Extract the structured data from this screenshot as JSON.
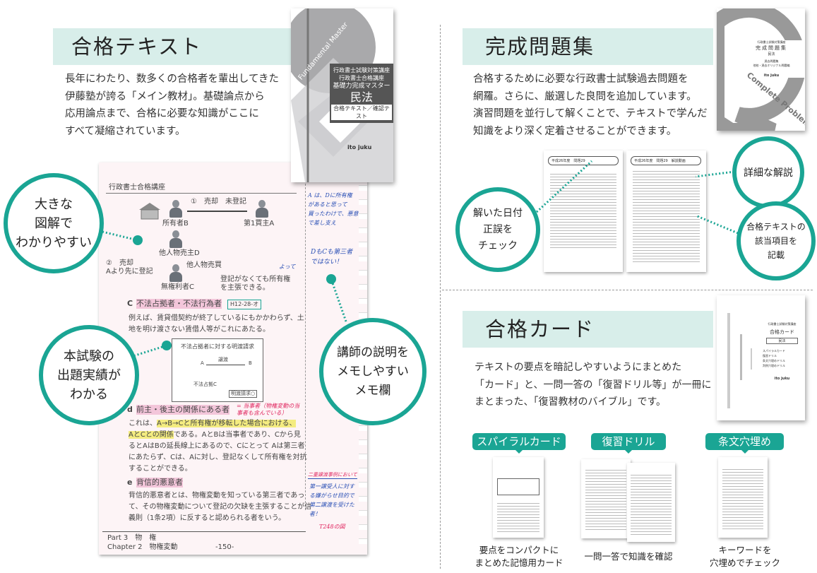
{
  "text_book": {
    "title": "合格テキスト",
    "description": "長年にわたり、数多くの合格者を輩出してきた\n伊藤塾が誇る「メイン教材」。基礎論点から\n応用論点まで、合格に必要な知識がここに\nすべて凝縮されています。",
    "cover": {
      "series": "Fundamental Master",
      "top": "行政書士試験対策講座",
      "subtitle": "行政書士合格講座",
      "name": "基礎力完成マスター",
      "subject": "民法",
      "band": "合格テキスト／確認テスト",
      "brand": "ito juku"
    },
    "page": {
      "header": "行政書士合格講座",
      "diagram": {
        "step1": "①　売却　未登記",
        "owner": "所有者B",
        "buyer1": "第1買主A",
        "seller": "他人物売主D",
        "step2": "②　売却\nAより先に登記",
        "buy": "他人物売買",
        "nonright": "無権利者C",
        "note": "登記がなくても所有権\nを主張できる。"
      },
      "section_c": {
        "mark": "C",
        "heading": "不法占拠者・不法行為者",
        "ref": "H12-28-オ",
        "body": "例えば、賃貸借契約が終了しているにもかかわらず、土\n地を明け渡さない賃借人等がこれにあたる。",
        "box_title": "不法占拠者に対する明渡請求",
        "box_a": "A",
        "box_b": "B",
        "box_transfer": "譲渡",
        "box_occupant": "不法占拠C",
        "box_claim": "明渡請求○"
      },
      "section_d": {
        "mark": "d",
        "heading": "前主・後主の関係にある者",
        "note": "= 当事者（物権変動の当事者も含んでいる）",
        "body_hl1": "A→B→Cと所有権が移転した場合における、",
        "body_pre": "これは、",
        "body_hl2": "AとCとの関係",
        "body_rest": "である。AとBは当事者であり、Cから見\nるとAはBの延長線上にあるので、Cにとって Aは第三者\nにあたらず、Cは、Aに対し、登記なくして所有権を対抗\nすることができる。"
      },
      "section_e": {
        "mark": "e",
        "heading": "背信的悪意者",
        "body": "背信的悪意者とは、物権変動を知っている第三者であっ\nて、その物権変動について登記の欠缺を主張することが信\n義則（1条2項）に反すると認められる者をいう。"
      },
      "memo": {
        "top": "A は、Dに所有権\nがあると思って\n買ったわけで、悪意\nで差し支え",
        "mid": "DもCも第三者\nではない！",
        "arrow": "よって",
        "red": "二重譲渡事例において",
        "blue": "第一譲受人に対する嫌がらせ目的で第二譲渡を受けた者！",
        "pink": "T248の図"
      },
      "footer": {
        "part": "Part 3　物　権",
        "chapter": "Chapter 2　物権変動",
        "page_no": "-150-"
      }
    },
    "callouts": [
      "大きな\n図解で\nわかりやすい",
      "本試験の\n出題実績が\nわかる",
      "講師の説明を\nメモしやすい\nメモ欄"
    ]
  },
  "problems": {
    "title": "完成問題集",
    "description": "合格するために必要な行政書士試験過去問題を\n網羅。さらに、厳選した良問を追加しています。\n演習問題を並行して解くことで、テキストで学んだ\n知識をより深く定着させることができます。",
    "cover": {
      "top": "行政書士試験対策講座",
      "name": "完成問題集",
      "subject": "民法",
      "sub1": "過去問題集",
      "sub2": "他校・過去オリジナル問題編",
      "brand": "ito juku",
      "tag": "Complete Problems"
    },
    "spread": {
      "left_head": "平成26年度　問題29",
      "right_head": "平成26年度　問題29　解説動画"
    },
    "callouts": [
      "解いた日付\n正誤を\nチェック",
      "詳細な解説",
      "合格テキストの\n該当項目を\n記載"
    ]
  },
  "cards": {
    "title": "合格カード",
    "description": "テキストの要点を暗記しやすいようにまとめた\n「カード」と、一問一答の「復習ドリル等」が一冊に\nまとまった、「復習教材のバイブル」です。",
    "cover": {
      "top": "行政書士試験対策講座",
      "name": "合格カード",
      "subject": "民法",
      "items": [
        "スパイラルカード",
        "復習ドリル",
        "条文穴埋めドリル",
        "判例穴埋めドリル"
      ],
      "brand": "ito juku"
    },
    "items": [
      {
        "label": "スパイラルカード",
        "caption": "要点をコンパクトに\nまとめた記憶用カード"
      },
      {
        "label": "復習ドリル",
        "caption": "一問一答で知識を確認"
      },
      {
        "label": "条文穴埋め",
        "caption": "キーワードを\n穴埋めでチェック"
      }
    ]
  },
  "colors": {
    "accent": "#1aa594",
    "band": "#d8eeea",
    "page": "#fdf4f6"
  }
}
